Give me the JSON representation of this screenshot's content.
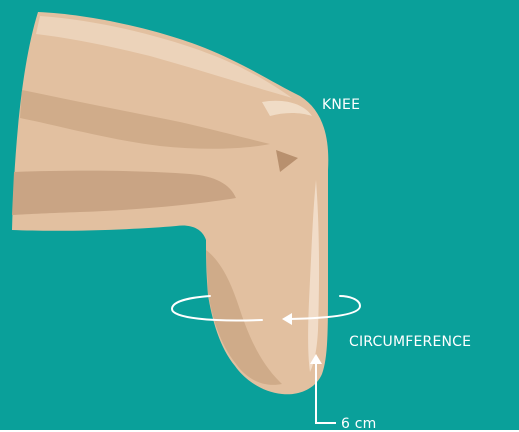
{
  "diagram": {
    "background_color": "#0aa09a",
    "skin_color": "#e2c0a0",
    "labels": {
      "knee": "KNEE",
      "circumference": "CIRCUMFERENCE",
      "distance": "6 cm"
    }
  }
}
